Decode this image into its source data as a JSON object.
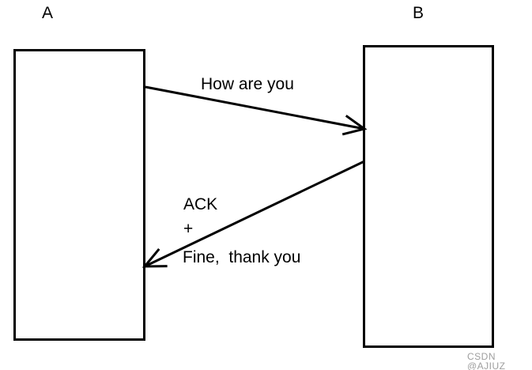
{
  "nodes": {
    "a": "A",
    "b": "B"
  },
  "messages": {
    "request": {
      "label": "How are you",
      "from": "A",
      "to": "B"
    },
    "response": {
      "line1": "ACK",
      "line2": "+",
      "line3": "Fine,  thank you",
      "from": "B",
      "to": "A"
    }
  },
  "watermark": "CSDN @AJIUZ",
  "colors": {
    "stroke": "#000000",
    "background": "#ffffff",
    "watermark": "#9e9e9e"
  }
}
